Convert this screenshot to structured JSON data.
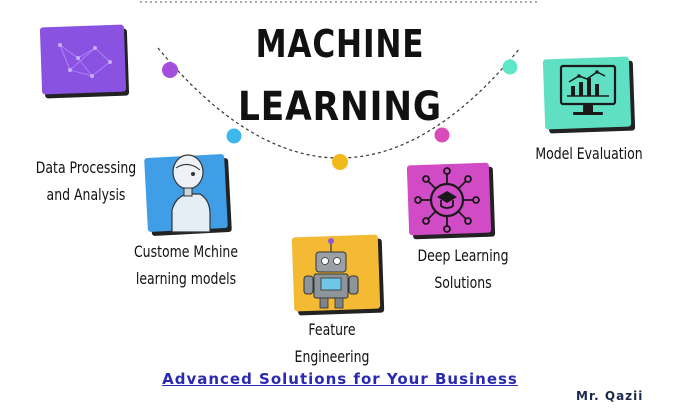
{
  "title": {
    "line1": "MACHINE",
    "line2": "LEARNING"
  },
  "nodes": [
    {
      "name": "data-processing",
      "lines": [
        "Data Processing",
        "and Analysis"
      ],
      "icon": "neural-network-icon",
      "color": "#8a52e0"
    },
    {
      "name": "custom-models",
      "lines": [
        "Custome Mchine",
        "learning models"
      ],
      "icon": "humanoid-robot-icon",
      "color": "#3f9ee6"
    },
    {
      "name": "feature-engineering",
      "lines": [
        "Feature",
        "Engineering"
      ],
      "icon": "robot-icon",
      "color": "#f5ba33"
    },
    {
      "name": "deep-learning",
      "lines": [
        "Deep Learning",
        "Solutions"
      ],
      "icon": "graduation-network-icon",
      "color": "#d24bc6"
    },
    {
      "name": "model-evaluation",
      "lines": [
        "Model Evaluation"
      ],
      "icon": "monitor-chart-icon",
      "color": "#5fe0c3"
    }
  ],
  "footer": "Advanced Solutions for Your Business",
  "signature": "Mr. Qazii"
}
